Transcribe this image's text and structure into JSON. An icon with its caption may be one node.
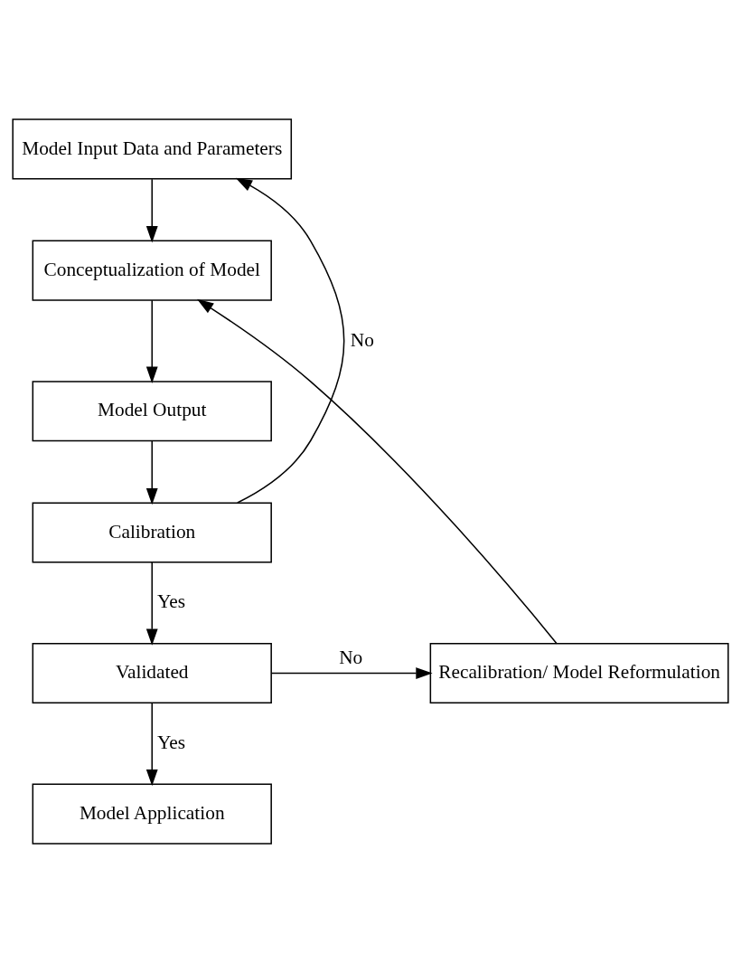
{
  "diagram": {
    "nodes": [
      {
        "text": [
          "Model Input Data and Parameters"
        ]
      },
      {
        "text": [
          "Conceptualization of Model"
        ]
      },
      {
        "text": [
          "Model Output"
        ]
      },
      {
        "text": [
          "Calibration"
        ]
      },
      {
        "text": [
          "Validated"
        ]
      },
      {
        "text": [
          "Recalibration/ Model Reformulation"
        ]
      },
      {
        "text": [
          "Model Application"
        ]
      }
    ],
    "edges": [
      {
        "from": 0,
        "to": 1,
        "arrow": "to"
      },
      {
        "from": 1,
        "to": 2,
        "arrow": "to"
      },
      {
        "from": 2,
        "to": 3,
        "arrow": "to"
      },
      {
        "from": 3,
        "to": 0,
        "arrow": "to",
        "label": "No"
      },
      {
        "from": 3,
        "to": 4,
        "arrow": "to",
        "label": "Yes"
      },
      {
        "from": 4,
        "to": 5,
        "arrow": "to",
        "label": "No"
      },
      {
        "from": 5,
        "to": 1,
        "arrow": "to"
      },
      {
        "from": 4,
        "to": 6,
        "arrow": "to",
        "label": "Yes"
      }
    ]
  }
}
